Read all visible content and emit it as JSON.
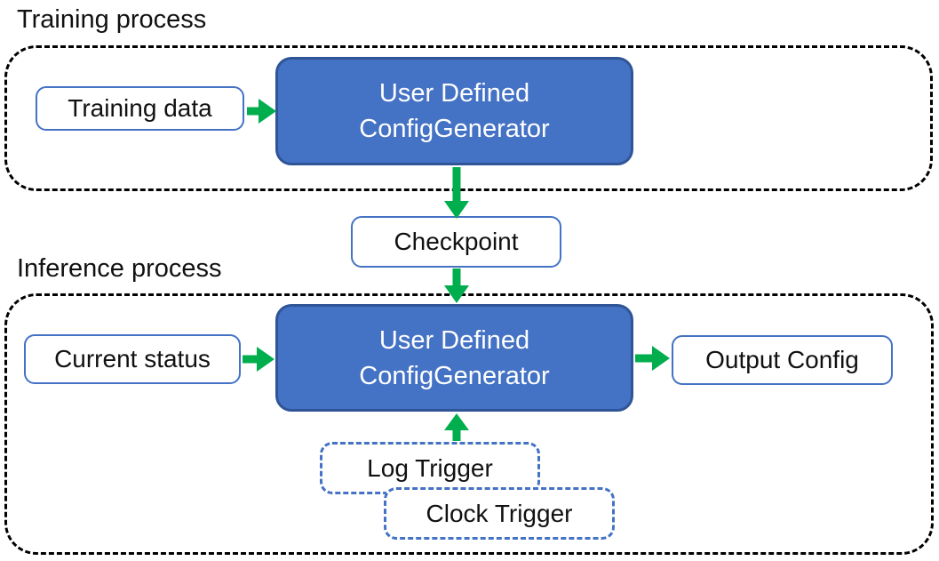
{
  "colors": {
    "box_fill": "#4472C4",
    "box_border": "#2F5597",
    "outline_blue": "#4472C4",
    "arrow_green": "#00AE4D",
    "dashed_black": "#000000",
    "text_dark": "#111111",
    "text_white": "#FFFFFF"
  },
  "sections": {
    "training": {
      "label": "Training process"
    },
    "inference": {
      "label": "Inference process"
    }
  },
  "nodes": {
    "training_data": "Training data",
    "config_generator_training": {
      "line1": "User Defined",
      "line2": "ConfigGenerator"
    },
    "checkpoint": "Checkpoint",
    "current_status": "Current status",
    "config_generator_inference": {
      "line1": "User Defined",
      "line2": "ConfigGenerator"
    },
    "output_config": "Output Config",
    "log_trigger": "Log Trigger",
    "clock_trigger": "Clock Trigger"
  }
}
